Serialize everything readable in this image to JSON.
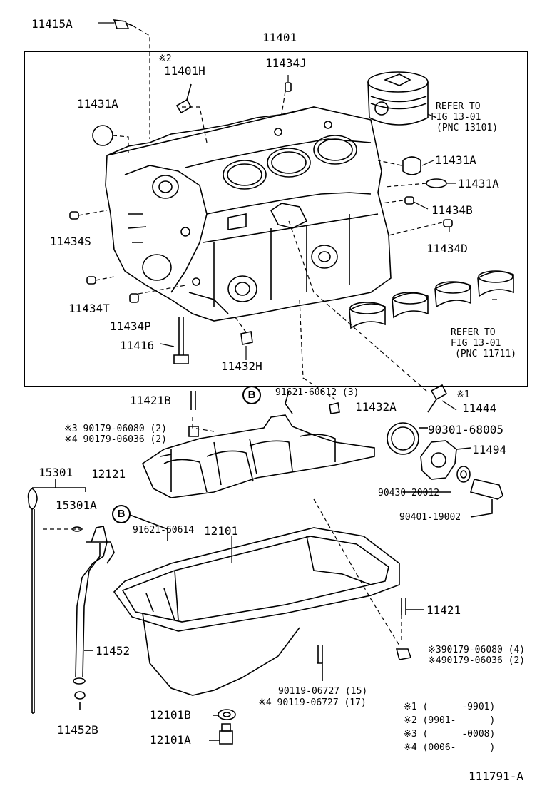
{
  "labels": {
    "p11415A": "11415A",
    "p11401": "11401",
    "note2a": "※2",
    "p11401H": "11401H",
    "p11434J": "11434J",
    "p11431A_1": "11431A",
    "refer1_l1": "REFER TO",
    "refer1_l2": "FIG 13-01",
    "refer1_l3": "(PNC 13101)",
    "p11431A_2": "11431A",
    "p11431A_3": "11431A",
    "p11434B": "11434B",
    "p11434S": "11434S",
    "p11434D": "11434D",
    "p11434T": "11434T",
    "p11434P": "11434P",
    "refer2_l1": "REFER TO",
    "refer2_l2": "FIG 13-01",
    "refer2_l3": "(PNC 11711)",
    "p11416": "11416",
    "p11432H": "11432H",
    "p11421B": "11421B",
    "circleB": "B",
    "p91621_60612": "91621-60612 (3)",
    "note1a": "※1",
    "p11444": "11444",
    "p11432A": "11432A",
    "n3_l1": "※3 90179-06080 (2)",
    "n4_l1": "※4 90179-06036 (2)",
    "p90301_68005": "90301-68005",
    "p12121": "12121",
    "p11494": "11494",
    "p15301": "15301",
    "p15301A": "15301A",
    "p90430_20012": "90430-20012",
    "p90401_19002": "90401-19002",
    "p91621_60614": "91621-60614",
    "p12101": "12101",
    "p11421": "11421",
    "p11452": "11452",
    "n3_l2": "※390179-06080 (4)",
    "n4_l2": "※490179-06036 (2)",
    "p90119_a": "90119-06727 (15)",
    "p90119_b": "※4 90119-06727 (17)",
    "p12101B": "12101B",
    "p12101A": "12101A",
    "p11452B": "11452B",
    "leg1": "※1 (      -9901)",
    "leg2": "※2 (9901-      )",
    "leg3": "※3 (      -0008)",
    "leg4": "※4 (0006-      )",
    "figure_id": "111791-A"
  }
}
